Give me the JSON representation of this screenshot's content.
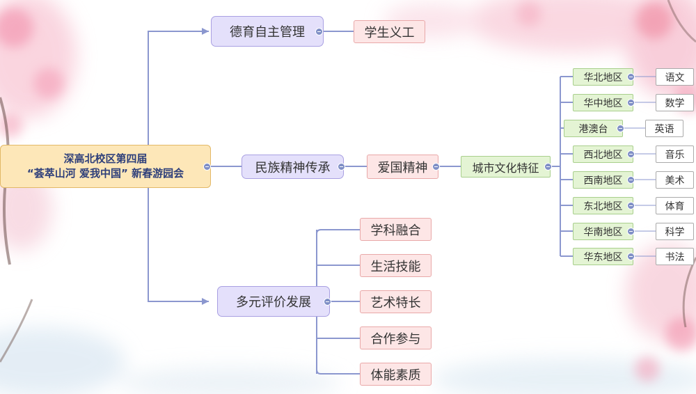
{
  "root": {
    "line1": "深高北校区第四届",
    "line2": "“荟萃山河  爱我中国”  新春游园会"
  },
  "branches": {
    "moral": {
      "label": "德育自主管理",
      "child": "学生义工"
    },
    "national": {
      "label": "民族精神传承",
      "child": "爱国精神",
      "city": "城市文化特征",
      "regions": [
        "华北地区",
        "华中地区",
        "港澳台",
        "西北地区",
        "西南地区",
        "东北地区",
        "华南地区",
        "华东地区"
      ],
      "subjects": [
        "语文",
        "数学",
        "英语",
        "音乐",
        "美术",
        "体育",
        "科学",
        "书法"
      ]
    },
    "evaluation": {
      "label": "多元评价发展",
      "children": [
        "学科融合",
        "生活技能",
        "艺术特长",
        "合作参与",
        "体能素质"
      ]
    }
  },
  "colors": {
    "connector": "#8b97cf",
    "level1_fill": "#e4e0fb",
    "level2_fill": "#fde6e6",
    "region_fill": "#e4f4d4",
    "root_fill": "#fde7b8",
    "blossom": "#f4a8c0"
  },
  "icons": {
    "collapse": "minus-circle-icon",
    "arrow": "arrow-right-icon"
  }
}
